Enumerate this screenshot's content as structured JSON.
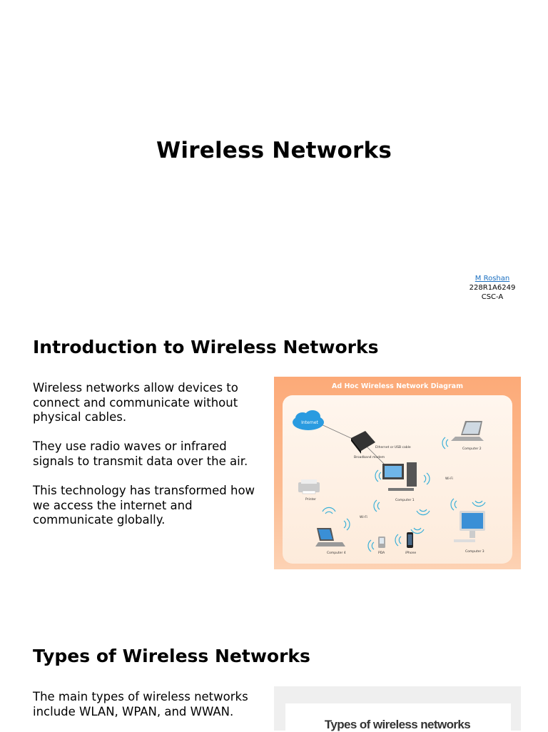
{
  "slide1": {
    "title": "Wireless Networks",
    "author_name": "M Roshan",
    "author_id": "228R1A6249",
    "author_section": "CSC-A"
  },
  "slide2": {
    "heading": "Introduction to Wireless Networks",
    "paragraphs": [
      "Wireless networks allow devices to connect and communicate without physical cables.",
      "They use radio waves or infrared signals to transmit data over the air.",
      "This technology has transformed how we access the internet and communicate globally."
    ],
    "diagram": {
      "title": "Ad Hoc  Wireless Network Diagram",
      "labels": {
        "internet": "Internet",
        "modem": "Broadband modem",
        "cable": "Ethernet or USB cable",
        "computer1": "Computer 1",
        "computer2": "Computer 2",
        "computer3": "Computer 3",
        "computer4": "Computer 4",
        "printer": "Printer",
        "pda": "PDA",
        "iphone": "iPhone",
        "wifi_right": "Wi-Fi",
        "wifi_left": "Wi-Fi"
      },
      "colors": {
        "background": "#fcaa78",
        "panel": "#fff3e9",
        "cloud": "#2a9be0"
      }
    }
  },
  "slide3": {
    "heading": "Types of Wireless Networks",
    "paragraphs": [
      "The main types of wireless networks include WLAN, WPAN, and WWAN."
    ],
    "image_caption": "Types of wireless networks"
  }
}
